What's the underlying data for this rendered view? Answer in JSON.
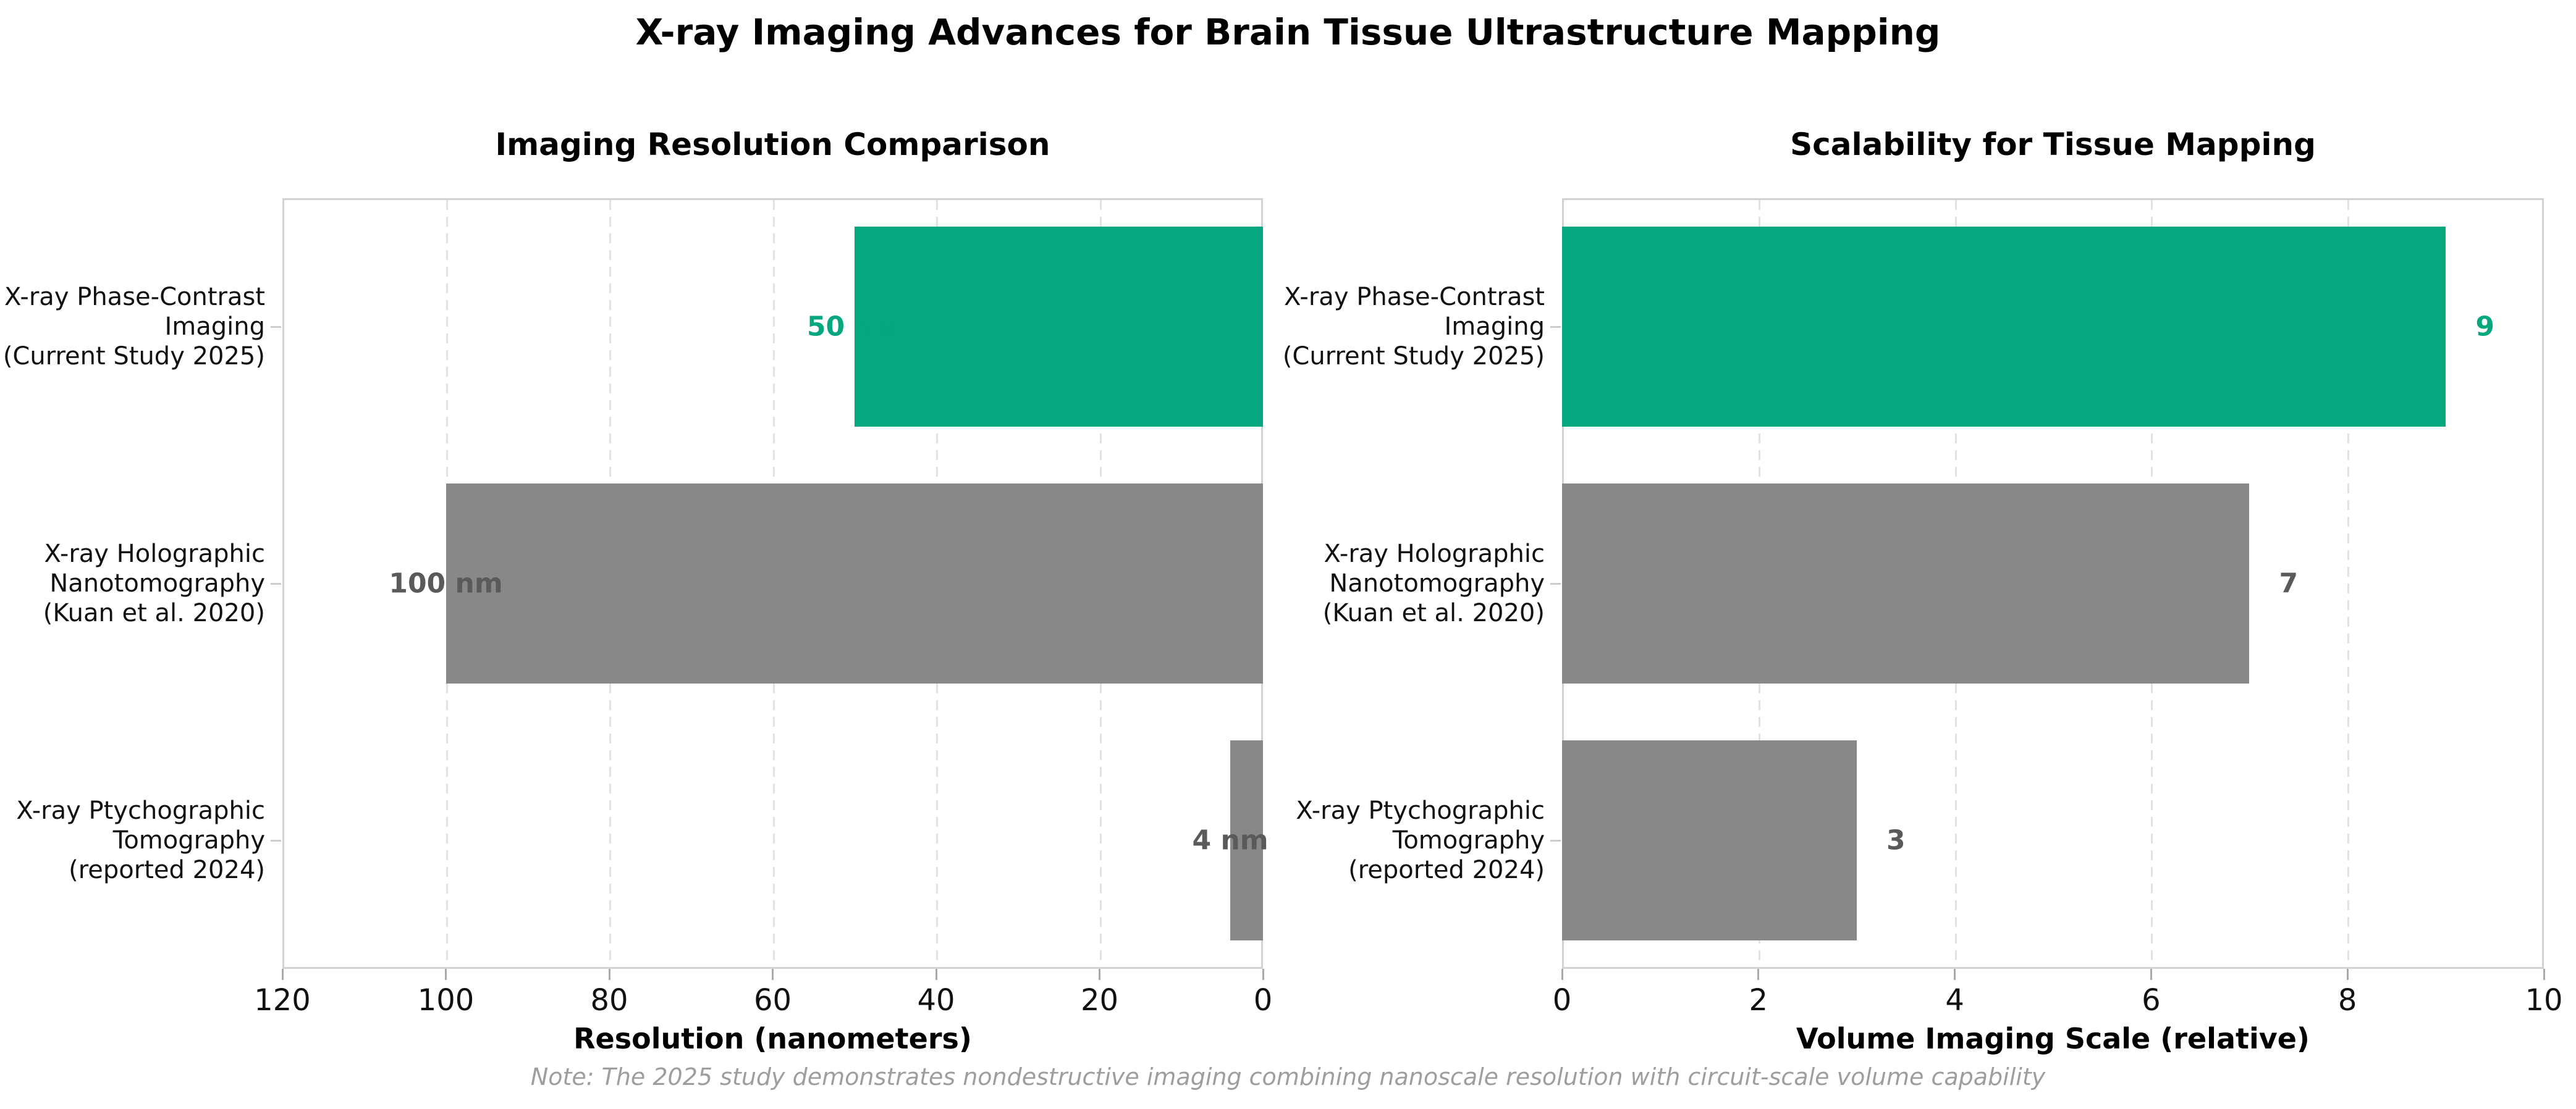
{
  "title": "X-ray Imaging Advances for Brain Tissue Ultrastructure Mapping",
  "note": "Note: The 2025 study demonstrates nondestructive imaging combining nanoscale resolution with circuit-scale volume capability",
  "colors": {
    "highlight": "#04A77E",
    "muted_bar": "#888888",
    "muted_label": "#5a5a5a",
    "grid": "#e2e2e2",
    "spine": "#d2d2d2",
    "note_text": "#9e9e9e"
  },
  "chart_data": [
    {
      "type": "bar",
      "orientation": "horizontal",
      "title": "Imaging Resolution Comparison",
      "xlabel": "Resolution (nanometers)",
      "categories": [
        "X-ray Phase-Contrast\nImaging\n(Current Study 2025)",
        "X-ray Holographic\nNanotomography\n(Kuan et al. 2020)",
        "X-ray Ptychographic\nTomography\n(reported 2024)"
      ],
      "values": [
        50,
        100,
        4
      ],
      "value_labels": [
        "50 nm",
        "100 nm",
        "4 nm"
      ],
      "highlight_index": 0,
      "axis_inverted": true,
      "xlim": [
        120,
        0
      ],
      "ticks": [
        120,
        100,
        80,
        60,
        40,
        20,
        0
      ],
      "label_offset_units": 0,
      "grid": true,
      "legend": "none"
    },
    {
      "type": "bar",
      "orientation": "horizontal",
      "title": "Scalability for Tissue Mapping",
      "xlabel": "Volume Imaging Scale (relative)",
      "categories": [
        "X-ray Phase-Contrast\nImaging\n(Current Study 2025)",
        "X-ray Holographic\nNanotomography\n(Kuan et al. 2020)",
        "X-ray Ptychographic\nTomography\n(reported 2024)"
      ],
      "values": [
        9,
        7,
        3
      ],
      "value_labels": [
        "9",
        "7",
        "3"
      ],
      "highlight_index": 0,
      "axis_inverted": false,
      "xlim": [
        0,
        10
      ],
      "ticks": [
        0,
        2,
        4,
        6,
        8,
        10
      ],
      "label_offset_units": 0.4,
      "grid": true,
      "legend": "none"
    }
  ]
}
